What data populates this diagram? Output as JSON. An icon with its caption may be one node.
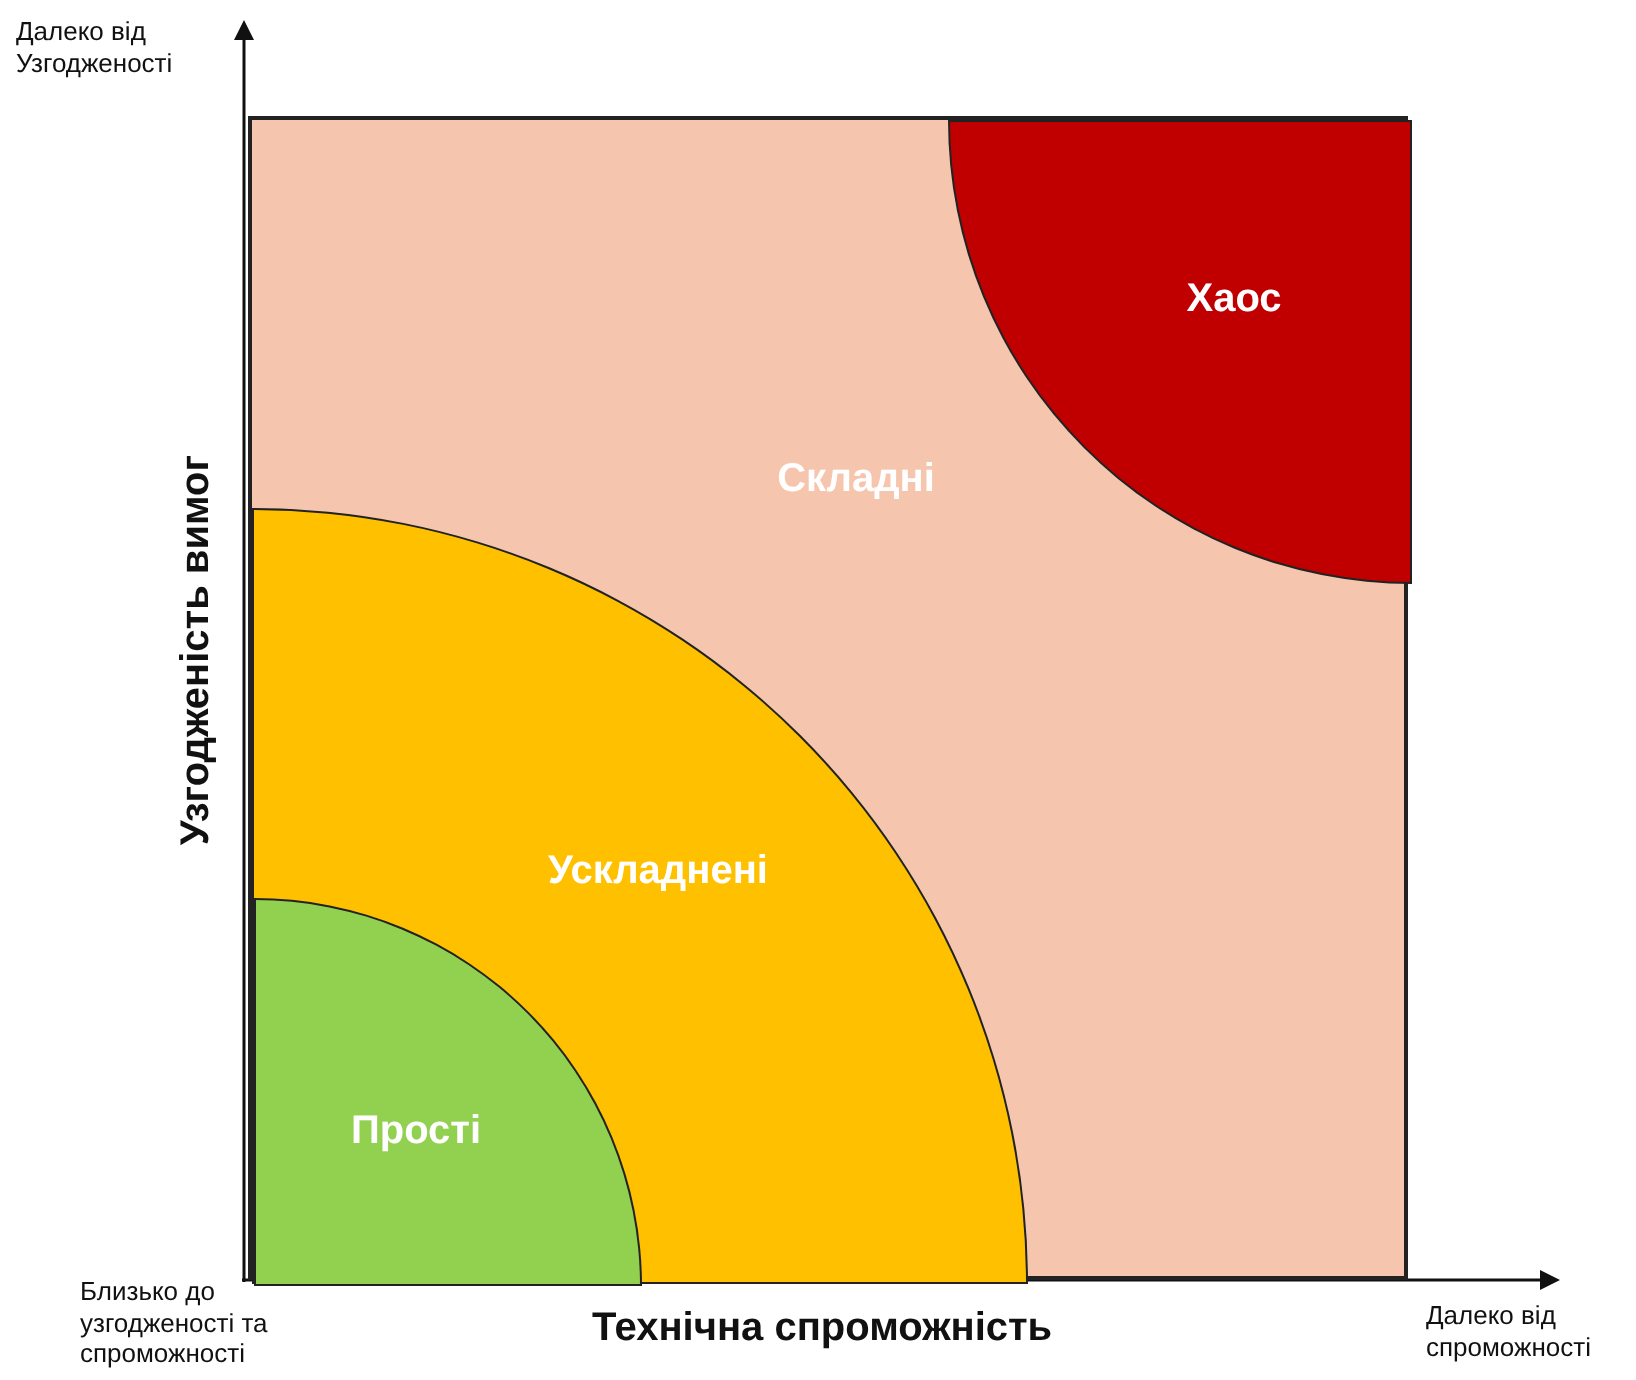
{
  "diagram": {
    "nodes": [
      {
        "text": [
          "Складні"
        ]
      },
      {
        "text": [
          "Хаос"
        ],
        "in": 0
      },
      {
        "text": [
          "Ускладнені"
        ],
        "in": 0
      },
      {
        "text": [
          "Прості"
        ],
        "in": 2
      }
    ],
    "labels": [
      "Далеко від Узгодженості",
      "Узгодженість вимог",
      "Близько до узгодженості та спроможності",
      "Технічна спроможність",
      "Далеко від спроможності"
    ]
  }
}
